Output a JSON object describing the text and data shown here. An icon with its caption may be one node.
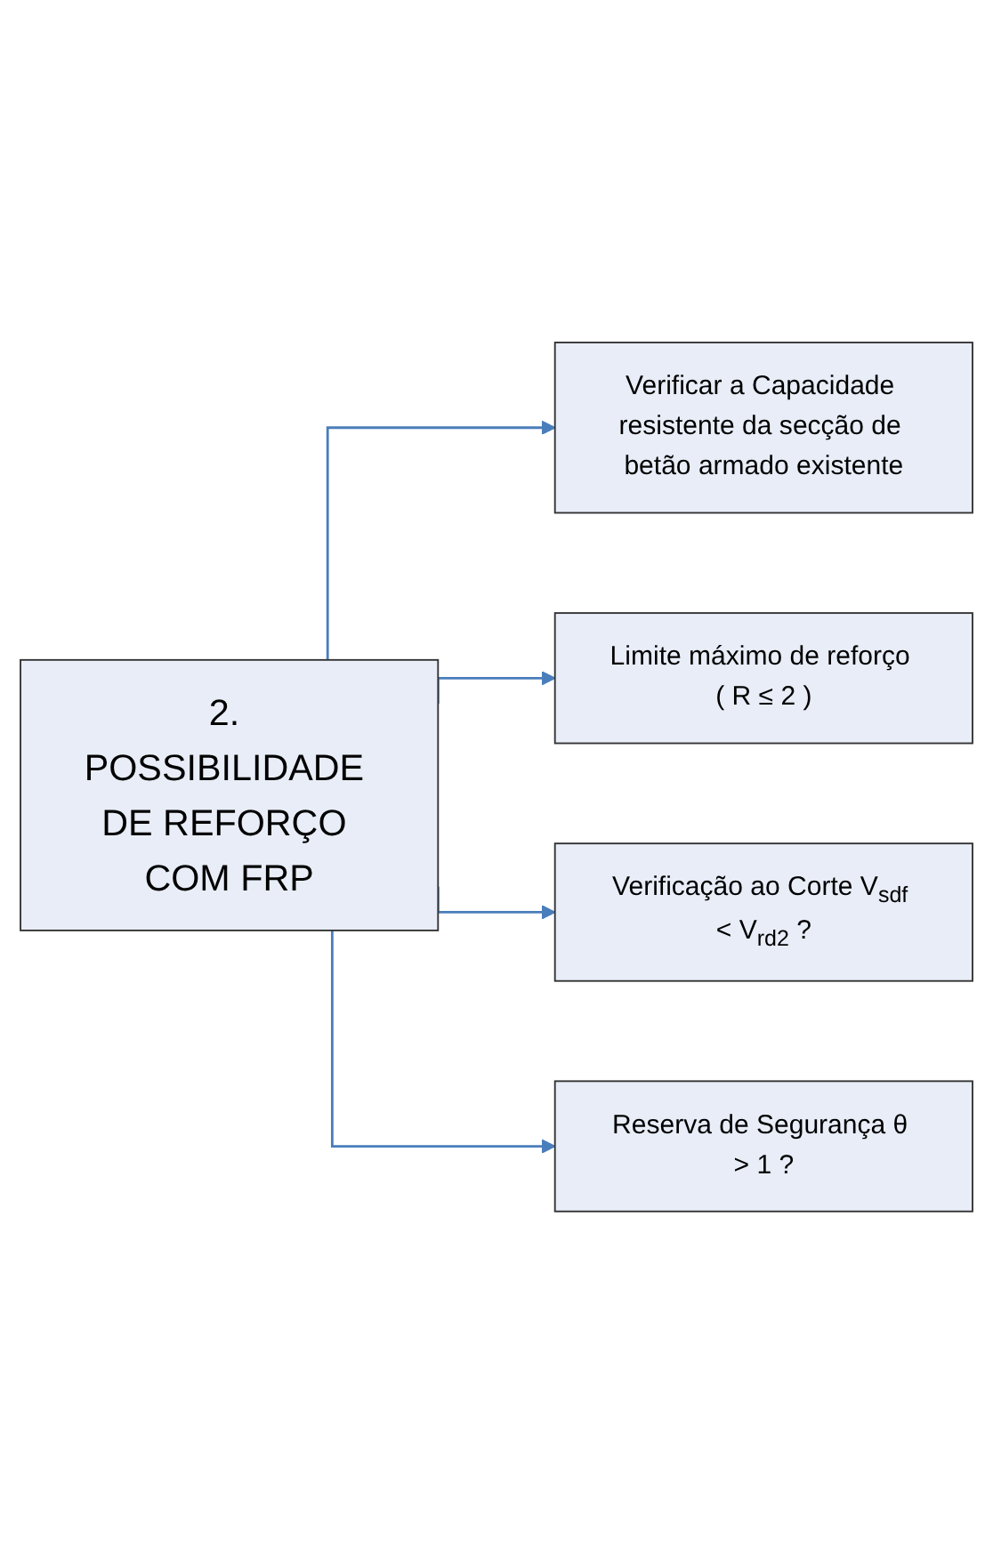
{
  "diagram": {
    "nodes": [
      {
        "text": [
          "2. POSSIBILIDADE DE REFORÇO COM FRP"
        ]
      },
      {
        "text": [
          "Verificar a Capacidade resistente da secção de betão armado existente"
        ]
      },
      {
        "text": [
          "Limite máximo de reforço ( R ≤ 2 )"
        ]
      },
      {
        "text": [
          "Verificação ao Corte V$_{sdf}$ < V$_{rd2}$ ?"
        ]
      },
      {
        "text": [
          "Reserva de Segurança θ > 1 ?"
        ]
      }
    ],
    "edges": [
      {
        "from": 0,
        "to": 1,
        "arrow": "to"
      },
      {
        "from": 0,
        "to": 2,
        "arrow": "to"
      },
      {
        "from": 0,
        "to": 3,
        "arrow": "to"
      },
      {
        "from": 0,
        "to": 4,
        "arrow": "to"
      }
    ]
  }
}
